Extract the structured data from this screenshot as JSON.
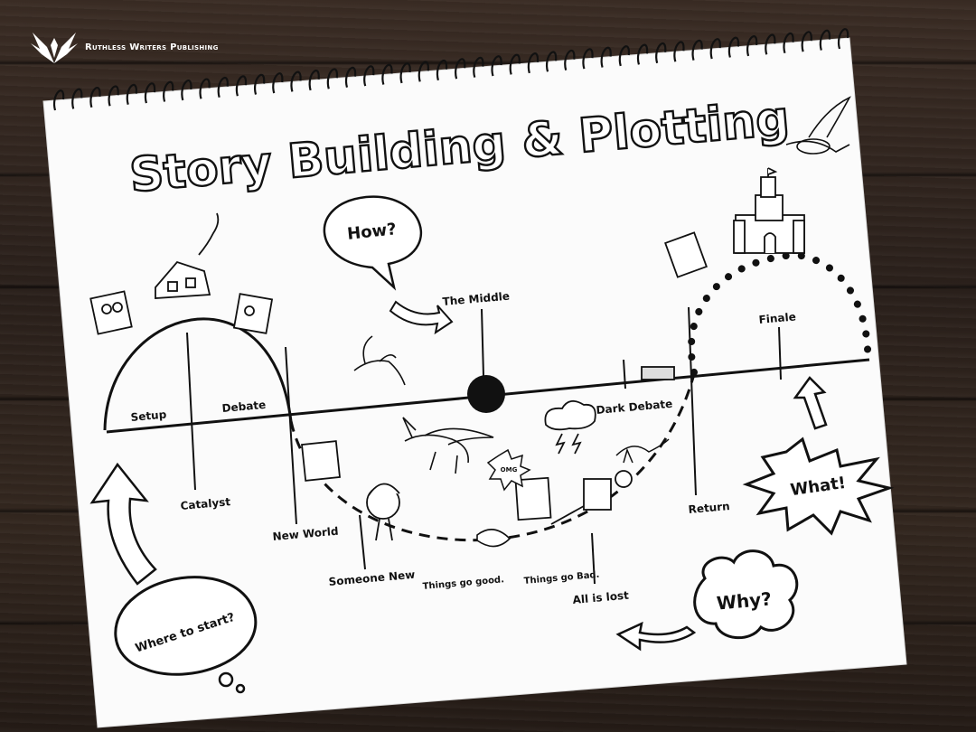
{
  "brand": {
    "name": "Ruthless Writers Publishing",
    "logo_icon": "phoenix-wings-icon"
  },
  "title": "Story Building & Plotting",
  "bubbles": {
    "how": "How?",
    "why": "Why?",
    "what": "What!",
    "where": "Where to start?"
  },
  "labels": {
    "setup": "Setup",
    "debate": "Debate",
    "catalyst": "Catalyst",
    "new_world": "New World",
    "someone_new": "Someone New",
    "things_good": "Things go good.",
    "the_middle": "The Middle",
    "things_bad": "Things go Bad.",
    "all_lost": "All is lost",
    "dark_debate": "Dark Debate",
    "return": "Return",
    "finale": "Finale"
  },
  "small_text": {
    "omg": "OMG"
  },
  "colors": {
    "paper": "#fbfbfb",
    "ink": "#111111",
    "wood": "#2b211c"
  }
}
